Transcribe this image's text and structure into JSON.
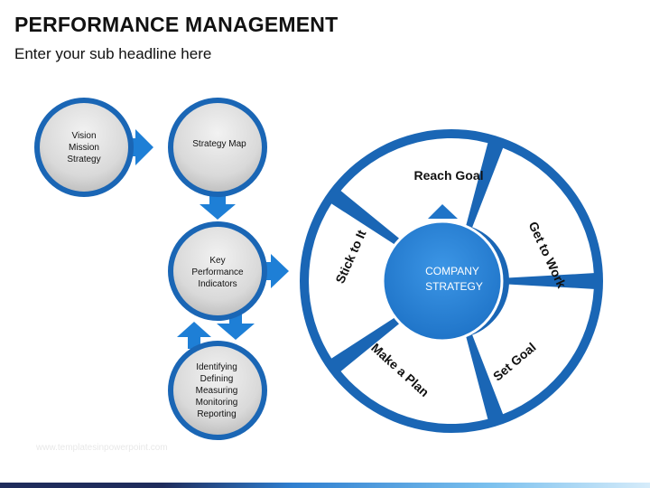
{
  "header": {
    "title": "PERFORMANCE MANAGEMENT",
    "subtitle": "Enter your sub headline here"
  },
  "process": {
    "step1": [
      "Vision",
      "Mission",
      "Strategy"
    ],
    "step2": [
      "Strategy Map"
    ],
    "step3": [
      "Key",
      "Performance",
      "Indicators"
    ],
    "step4": [
      "Identifying",
      "Defining",
      "Measuring",
      "Monitoring",
      "Reporting"
    ]
  },
  "wheel": {
    "center": [
      "COMPANY",
      "STRATEGY"
    ],
    "segments": {
      "top": "Reach Goal",
      "upper_right": "Get to Work",
      "lower_right": "Set Goal",
      "lower_left": "Make a Plan",
      "upper_left": "Stick to It"
    }
  },
  "footer": {
    "watermark": "www.templatesinpowerpoint.com"
  },
  "colors": {
    "ring_blue": "#1a66b5",
    "arrow_blue": "#1e7fd6",
    "center_blue": "#2b86d9",
    "node_fill": "#d6d6d6",
    "segment_fill": "#ffffff"
  }
}
